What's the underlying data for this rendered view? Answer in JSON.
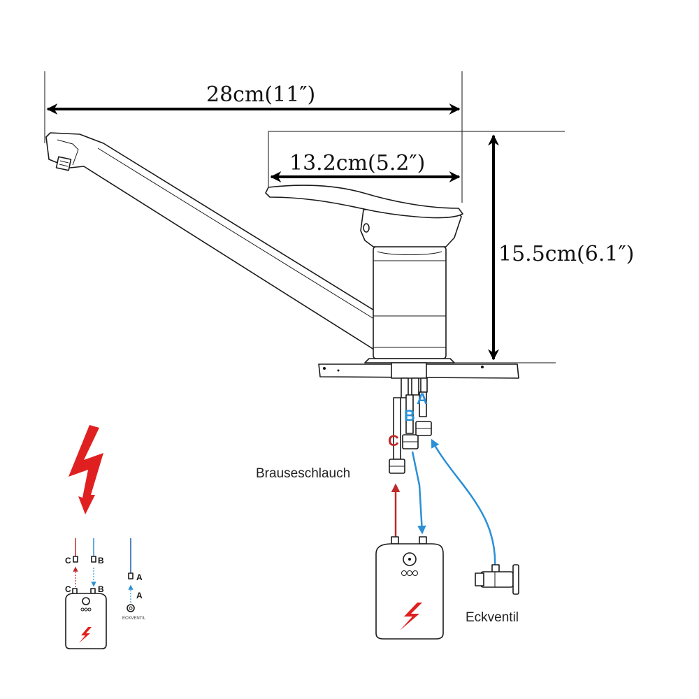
{
  "dimensions": {
    "total_length": "28cm(11″)",
    "handle_length": "13.2cm(5.2″)",
    "height": "15.5cm(6.1″)"
  },
  "connections": {
    "a": "A",
    "b": "B",
    "c": "C"
  },
  "labels": {
    "shower_hose": "Brauseschlauch",
    "angle_valve": "Eckventil",
    "angle_valve_small": "ECKVENTIL"
  },
  "colors": {
    "hot": "#c0282a",
    "cold": "#2b8fd6",
    "warning": "#e02020"
  }
}
